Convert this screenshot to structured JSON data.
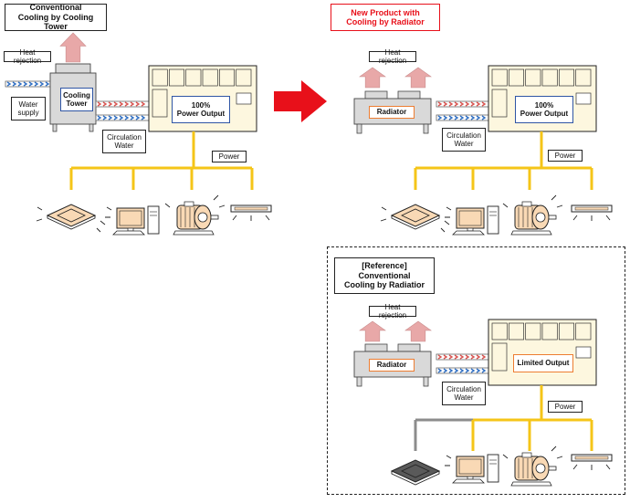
{
  "panels": {
    "conventional_tower": {
      "title": "Conventional\nCooling by Cooling Tower",
      "heat_rejection": "Heat rejection",
      "water_supply": "Water\nsupply",
      "unit_label": "Cooling\nTower",
      "circulation": "Circulation\nWater",
      "machine_output": "100%\nPower Output",
      "power": "Power"
    },
    "new_radiator": {
      "title": "New Product with\nCooling by Radiator",
      "heat_rejection": "Heat rejection",
      "unit_label": "Radiator",
      "circulation": "Circulation\nWater",
      "machine_output": "100%\nPower Output",
      "power": "Power"
    },
    "reference_radiator": {
      "title": "[Reference]\nConventional\nCooling by Radiatior",
      "heat_rejection": "Heat rejection",
      "unit_label": "Radiator",
      "circulation": "Circulation\nWater",
      "machine_output": "Limited Output",
      "power": "Power"
    }
  },
  "colors": {
    "power_line": "#f5c518",
    "power_line_off": "#8c8c8c",
    "machine_fill": "#fdf7df",
    "output_box_blue": "#2f55a4",
    "output_box_orange": "#ed7d31",
    "hot_pipe": "#d9534f",
    "cold_pipe": "#2f6fc4",
    "heat_arrow": "#e8a8a8",
    "big_arrow": "#e8101a",
    "device_fill": "#f9d9b5"
  },
  "icons": [
    "ceiling-cassette-icon",
    "computer-icon",
    "motor-icon",
    "lighting-fixture-icon"
  ]
}
